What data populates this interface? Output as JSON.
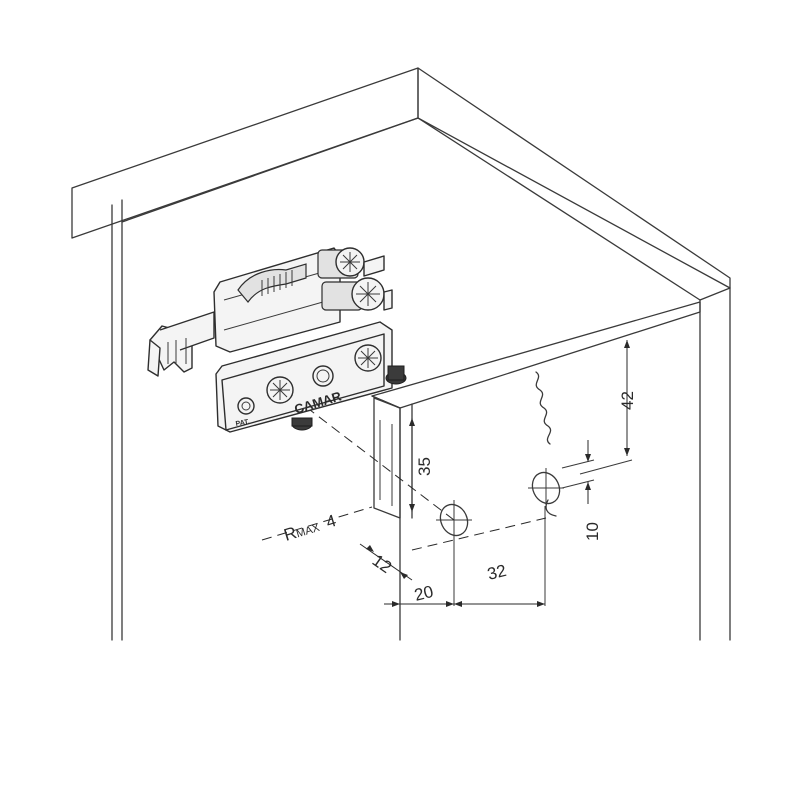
{
  "figure": {
    "brand_mark": "CAMAR",
    "stamp_mark": "PAT.",
    "dimensions": {
      "height_35": "35",
      "height_42": "42",
      "hole_10": "10",
      "offset_12": "12",
      "offset_20": "20",
      "spacing_32": "32",
      "radius_prefix": "R",
      "radius_suffix": "MAX",
      "radius_value": "4"
    }
  },
  "colors": {
    "line": "#3a3a3a",
    "metal": "#f4f4f4",
    "shadow": "#3b3b3b"
  }
}
